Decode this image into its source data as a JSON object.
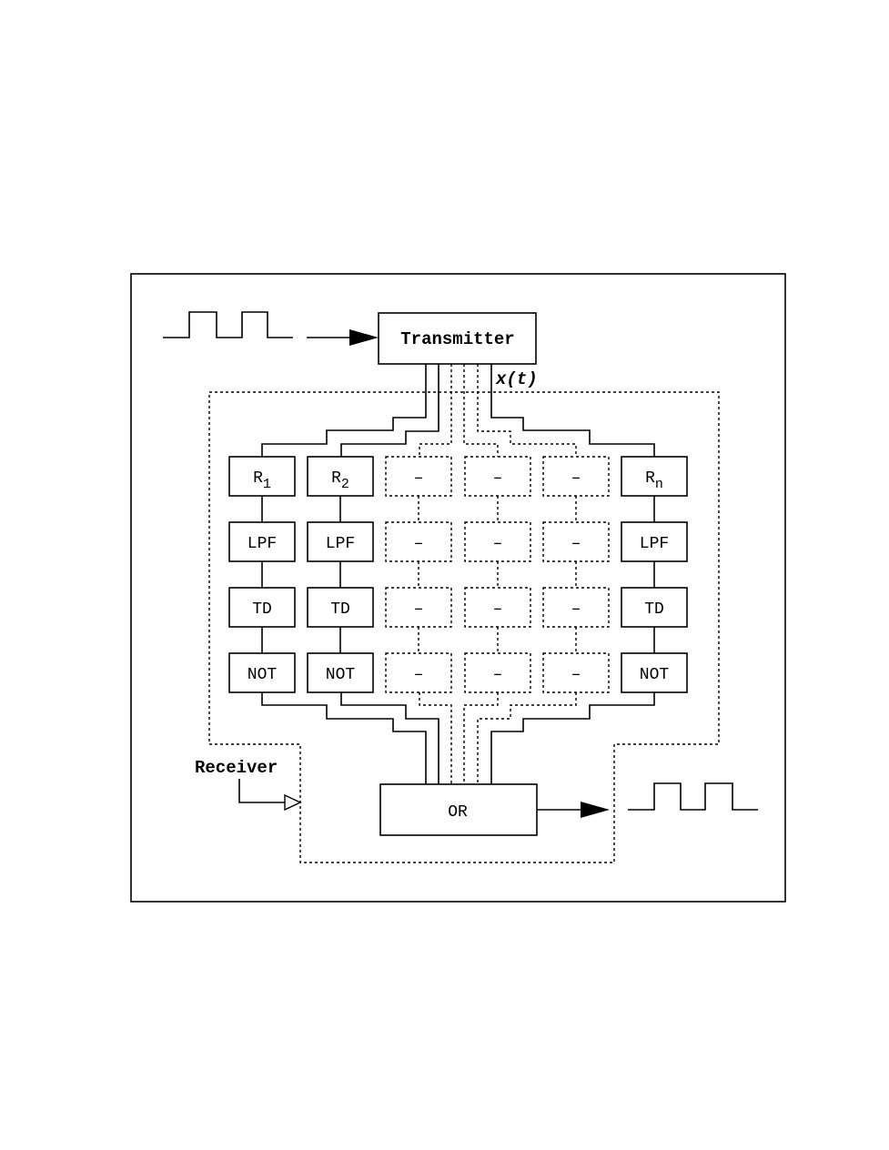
{
  "transmitter": {
    "label": "Transmitter"
  },
  "signal": {
    "label": "x(t)"
  },
  "receiver": {
    "label": "Receiver"
  },
  "or_gate": {
    "label": "OR"
  },
  "columns": [
    {
      "dashed": false,
      "r_main": "R",
      "r_sub": "1",
      "lpf": "LPF",
      "td": "TD",
      "not": "NOT"
    },
    {
      "dashed": false,
      "r_main": "R",
      "r_sub": "2",
      "lpf": "LPF",
      "td": "TD",
      "not": "NOT"
    },
    {
      "dashed": true,
      "r_main": "–",
      "r_sub": "",
      "lpf": "–",
      "td": "–",
      "not": "–"
    },
    {
      "dashed": true,
      "r_main": "–",
      "r_sub": "",
      "lpf": "–",
      "td": "–",
      "not": "–"
    },
    {
      "dashed": true,
      "r_main": "–",
      "r_sub": "",
      "lpf": "–",
      "td": "–",
      "not": "–"
    },
    {
      "dashed": false,
      "r_main": "R",
      "r_sub": "n",
      "lpf": "LPF",
      "td": "TD",
      "not": "NOT"
    }
  ]
}
